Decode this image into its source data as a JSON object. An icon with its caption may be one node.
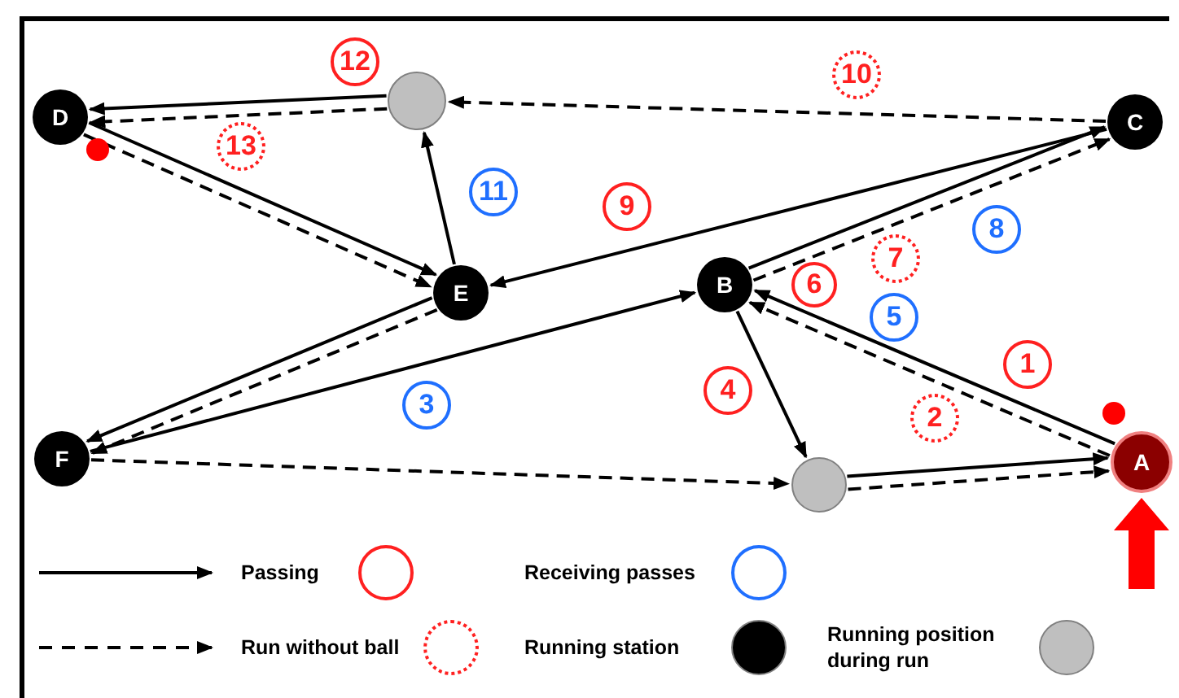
{
  "diagram": {
    "nodes": [
      {
        "text": [
          "D"
        ]
      },
      {
        "text": [
          "12"
        ]
      },
      {
        "text": [],
        "shape": "circle"
      },
      {
        "text": [
          "13"
        ]
      },
      {
        "text": [
          "10"
        ]
      },
      {
        "text": [
          "C"
        ]
      },
      {
        "text": [
          "11"
        ]
      },
      {
        "text": [
          "9"
        ]
      },
      {
        "text": [
          "8"
        ]
      },
      {
        "text": [
          "6"
        ]
      },
      {
        "text": [
          "7"
        ]
      },
      {
        "text": [
          "E"
        ]
      },
      {
        "text": [
          "B"
        ]
      },
      {
        "text": [
          "5"
        ]
      },
      {
        "text": [
          "1"
        ]
      },
      {
        "text": [
          "4"
        ]
      },
      {
        "text": [
          "3"
        ]
      },
      {
        "text": [
          "2"
        ]
      },
      {
        "text": [
          "F"
        ]
      },
      {
        "text": [
          "A"
        ]
      },
      {
        "text": [],
        "shape": "circle"
      }
    ],
    "edges": [
      {
        "from": 2,
        "to": 0,
        "arrow": "to"
      },
      {
        "from": 2,
        "to": 0,
        "arrow": "to",
        "style": "dashed"
      },
      {
        "from": 5,
        "to": 2,
        "arrow": "to",
        "style": "dashed"
      },
      {
        "from": 0,
        "to": 11,
        "arrow": "to"
      },
      {
        "from": 0,
        "to": 11,
        "arrow": "to",
        "style": "dashed"
      },
      {
        "from": 11,
        "to": 2,
        "arrow": "to"
      },
      {
        "from": 5,
        "to": 11,
        "arrow": "to"
      },
      {
        "from": 12,
        "to": 5,
        "arrow": "to"
      },
      {
        "from": 12,
        "to": 5,
        "arrow": "to",
        "style": "dashed"
      },
      {
        "from": 11,
        "to": 18,
        "arrow": "to"
      },
      {
        "from": 11,
        "to": 18,
        "arrow": "to",
        "style": "dashed"
      },
      {
        "from": 18,
        "to": 12,
        "arrow": "to"
      },
      {
        "from": 18,
        "to": 20,
        "arrow": "to",
        "style": "dashed"
      },
      {
        "from": 12,
        "to": 20,
        "arrow": "to"
      },
      {
        "from": 19,
        "to": 12,
        "arrow": "to"
      },
      {
        "from": 19,
        "to": 12,
        "arrow": "to",
        "style": "dashed"
      },
      {
        "from": 20,
        "to": 19,
        "arrow": "to"
      },
      {
        "from": 20,
        "to": 19,
        "arrow": "to",
        "style": "dashed"
      }
    ],
    "legend": [
      {
        "text": "Passing"
      },
      {
        "text": "Receiving passes"
      },
      {
        "text": "Run without ball"
      },
      {
        "text": "Running station",
        "color": "#000000"
      },
      {
        "text": "Running position during run",
        "color": "#bfbfbf"
      }
    ]
  }
}
